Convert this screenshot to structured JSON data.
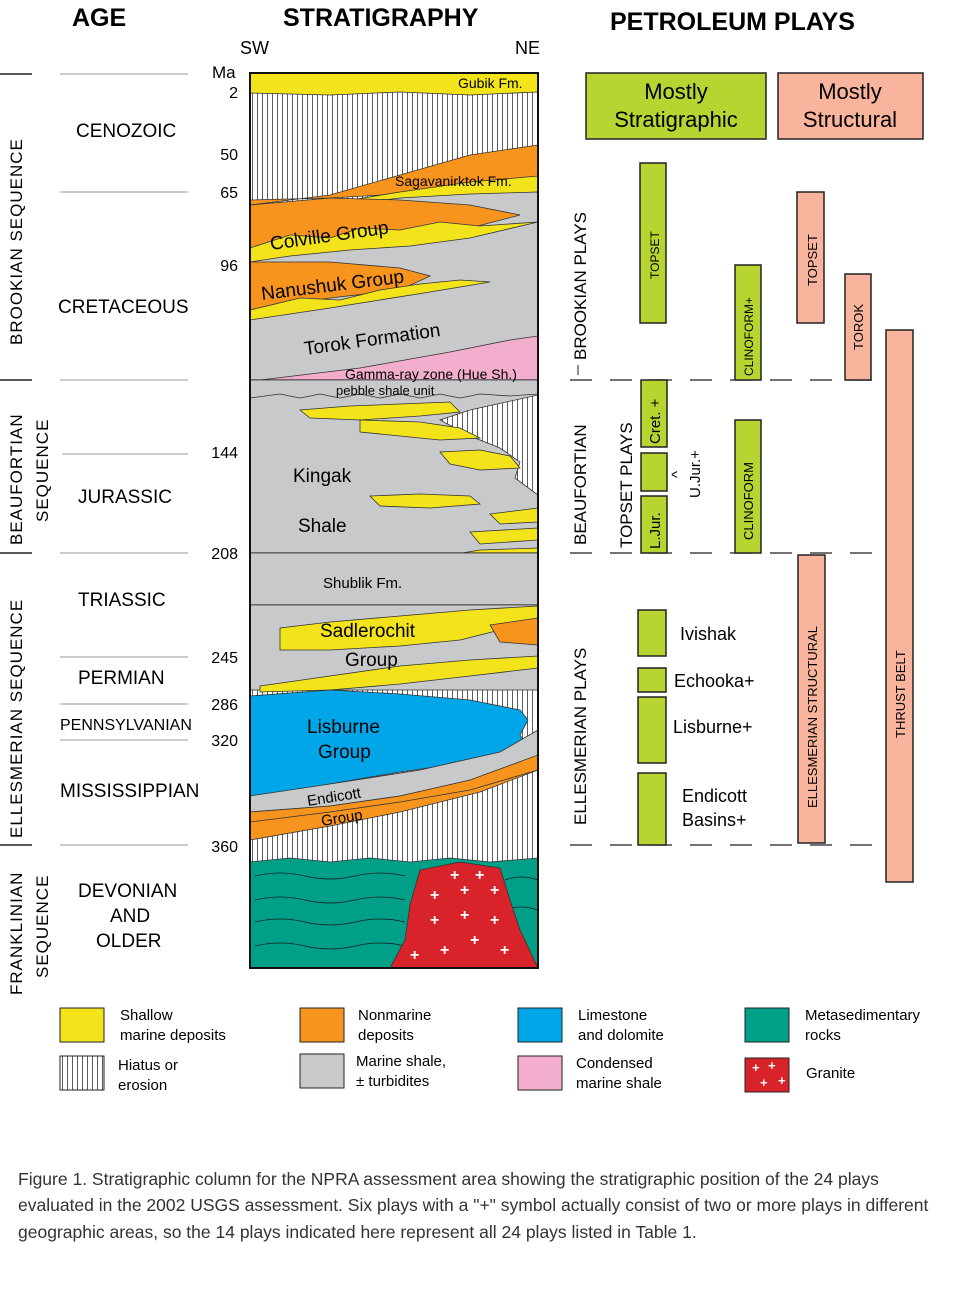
{
  "headers": {
    "age": "AGE",
    "stratigraphy": "STRATIGRAPHY",
    "plays": "PETROLEUM PLAYS",
    "sw": "SW",
    "ne": "NE",
    "ma": "Ma"
  },
  "colors": {
    "shallow_marine": "#f2e31a",
    "nonmarine": "#f7941d",
    "limestone": "#00a6e8",
    "shale": "#c8c9cb",
    "condensed_shale": "#f4aecd",
    "metasedimentary": "#00a088",
    "granite": "#d9232b",
    "strat_box": "#b6d531",
    "struct_box": "#f8b49c"
  },
  "ages": {
    "cenozoic": "CENOZOIC",
    "cretaceous": "CRETACEOUS",
    "jurassic": "JURASSIC",
    "triassic": "TRIASSIC",
    "permian": "PERMIAN",
    "pennsylvanian": "PENNSYLVANIAN",
    "mississippian": "MISSISSIPPIAN",
    "devonian_1": "DEVONIAN",
    "devonian_2": "AND",
    "devonian_3": "OLDER"
  },
  "ma_ticks": [
    "2",
    "50",
    "65",
    "96",
    "144",
    "208",
    "245",
    "286",
    "320",
    "360"
  ],
  "sequences": {
    "brookian": "BROOKIAN  SEQUENCE",
    "beaufortian": "BEAUFORTIAN SEQUENCE",
    "ellesmerian": "ELLESMERIAN  SEQUENCE",
    "franklinian": "FRANKLINIAN SEQUENCE"
  },
  "units": {
    "gubik": "Gubik Fm.",
    "sagavanirktok": "Sagavanirktok Fm.",
    "colville": "Colville  Group",
    "nanushuk": "Nanushuk Group",
    "torok": "Torok  Formation",
    "gamma": "Gamma-ray zone (Hue Sh.)",
    "pebble": "pebble shale unit",
    "kingak": "Kingak",
    "kingak_shale": "Shale",
    "shublik": "Shublik Fm.",
    "sadlerochit": "Sadlerochit",
    "sadlerochit_group": "Group",
    "lisburne": "Lisburne",
    "lisburne_group": "Group",
    "endicott": "Endicott",
    "endicott_group": "Group"
  },
  "play_types": {
    "strat_1": "Mostly",
    "strat_2": "Stratigraphic",
    "struct_1": "Mostly",
    "struct_2": "Structural"
  },
  "play_groups": {
    "brookian": "BROOKIAN PLAYS",
    "beaufortian": "BEAUFORTIAN",
    "topset": "TOPSET PLAYS",
    "ellesmerian": "ELLESMERIAN   PLAYS"
  },
  "plays": {
    "topset_strat": "TOPSET",
    "clinoform_plus": "CLINOFORM+",
    "topset_struct": "TOPSET",
    "torok": "TOROK",
    "cret": "Cret. +",
    "l_jur": "L.Jur.",
    "u_jur_caret": "^",
    "u_jur": "U.Jur.+",
    "clinoform": "CLINOFORM",
    "ellesmerian_structural": "ELLESMERIAN  STRUCTURAL",
    "thrust_belt": "THRUST BELT",
    "ivishak": "Ivishak",
    "echooka": "Echooka+",
    "lisburne": "Lisburne+",
    "endicott_1": "Endicott",
    "endicott_2": "Basins+"
  },
  "legend": {
    "shallow_1": "Shallow",
    "shallow_2": "marine deposits",
    "nonmarine_1": "Nonmarine",
    "nonmarine_2": "deposits",
    "limestone_1": "Limestone",
    "limestone_2": "and dolomite",
    "meta_1": "Metasedimentary",
    "meta_2": "rocks",
    "hiatus_1": "Hiatus or",
    "hiatus_2": "erosion",
    "shale_1": "Marine shale,",
    "shale_2": "± turbidites",
    "condensed_1": "Condensed",
    "condensed_2": "marine shale",
    "granite": "Granite"
  },
  "caption": "Figure 1. Stratigraphic column for the NPRA assessment area showing the stratigraphic position of the 24 plays evaluated in the 2002 USGS assessment. Six plays with a \"+\" symbol actually consist of two or more plays in different geographic areas, so the 14 plays indicated here represent all 24 plays listed in Table 1."
}
